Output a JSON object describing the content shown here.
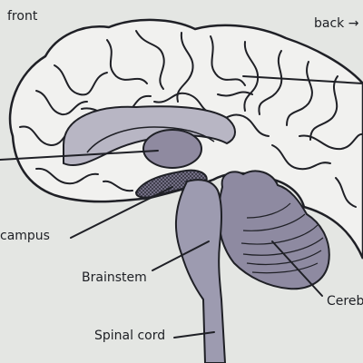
{
  "diagram": {
    "labels": {
      "front": "front",
      "back": "back",
      "back_arrow": "→",
      "hippocampus": "campus",
      "brainstem": "Brainstem",
      "cerebellum": "Cereb",
      "spinal_cord": "Spinal cord"
    },
    "colors": {
      "background": "#e4e6e3",
      "outline": "#1f2026",
      "cortex_fill": "#f1f1ef",
      "inner_region": "#a8a6b6",
      "thalamus": "#8f8aa0",
      "brainstem": "#9d9bb0",
      "cerebellum": "#8e8aa1"
    }
  }
}
